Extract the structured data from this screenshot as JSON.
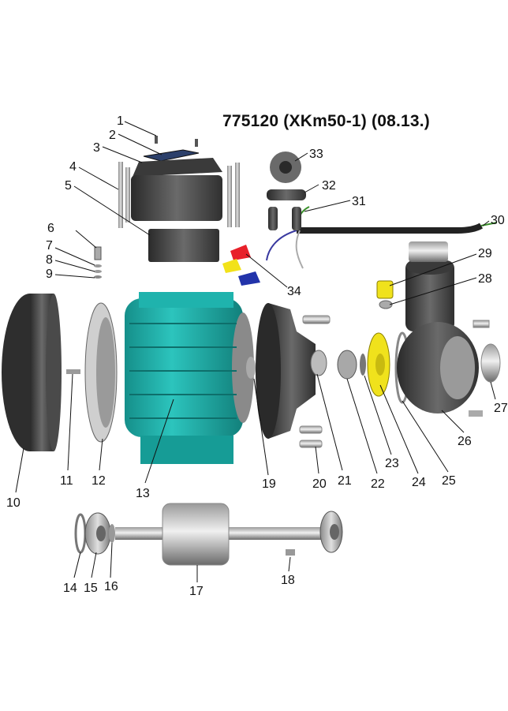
{
  "title": "775120 (XKm50-1) (08.13.)",
  "callouts": [
    "1",
    "2",
    "3",
    "4",
    "5",
    "6",
    "7",
    "8",
    "9",
    "10",
    "11",
    "12",
    "13",
    "14",
    "15",
    "16",
    "17",
    "18",
    "19",
    "20",
    "21",
    "22",
    "23",
    "24",
    "25",
    "26",
    "27",
    "28",
    "29",
    "30",
    "31",
    "32",
    "33",
    "34"
  ],
  "colors": {
    "motor_housing": "#1fb3ad",
    "wire_red": "#e8202a",
    "wire_yellow": "#f2e21a",
    "wire_blue": "#2233aa",
    "impeller": "#f0e21c",
    "parts_gray": "#5a5a5a"
  }
}
